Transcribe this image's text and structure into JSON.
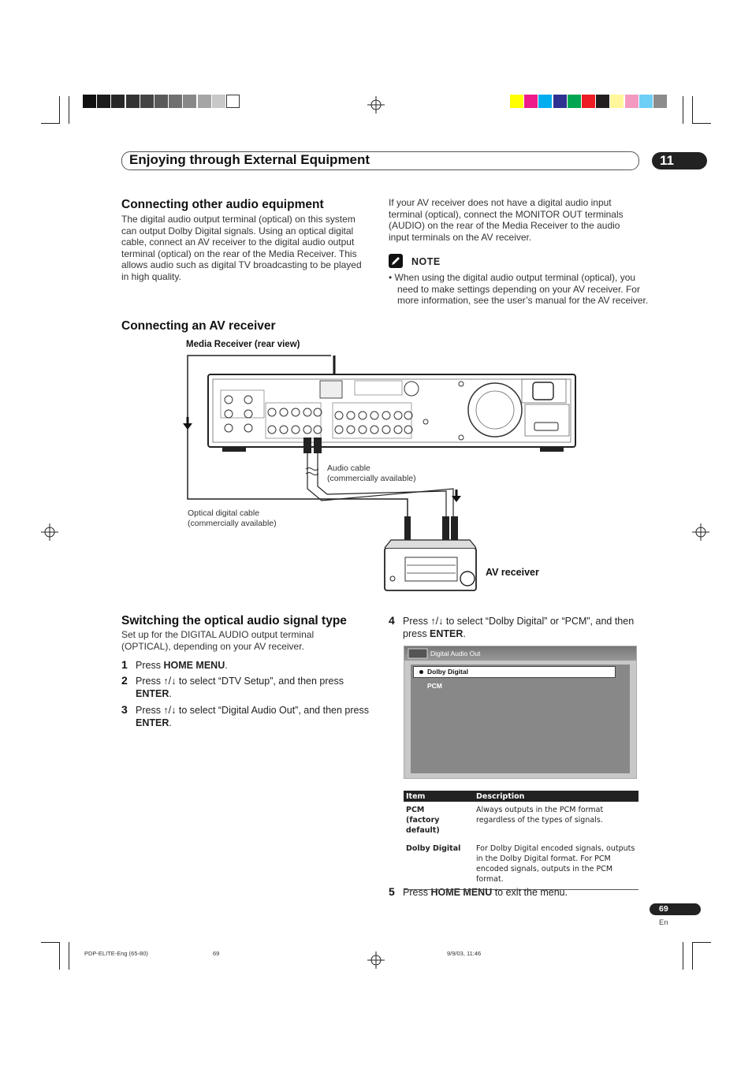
{
  "header": {
    "chapter_title": "Enjoying through External Equipment",
    "chapter_number": "11"
  },
  "section_connect_audio": {
    "title": "Connecting other audio equipment",
    "body": "The digital audio output terminal (optical) on this system can output Dolby Digital signals. Using an optical digital cable, connect an AV receiver to the digital audio output terminal (optical) on the rear of the Media Receiver. This allows audio such as digital TV broadcasting to be played in high quality.",
    "right_body": "If your AV receiver does not have a digital audio input terminal (optical), connect the MONITOR OUT terminals (AUDIO) on the rear of the Media Receiver to the audio input terminals on the AV receiver."
  },
  "note": {
    "label": "NOTE",
    "text": "• When using the digital audio output terminal (optical), you need to make settings depending on your AV receiver. For more information, see the user’s manual for the AV receiver."
  },
  "section_av_receiver": {
    "title": "Connecting an AV receiver",
    "diagram": {
      "media_receiver_label": "Media Receiver (rear view)",
      "audio_cable_label": "Audio cable",
      "audio_cable_sub": "(commercially available)",
      "optical_cable_label": "Optical digital cable",
      "optical_cable_sub": "(commercially available)",
      "av_receiver_label": "AV receiver"
    }
  },
  "section_switching": {
    "title": "Switching the optical audio signal type",
    "intro": "Set up for the DIGITAL AUDIO output terminal (OPTICAL), depending on your AV receiver.",
    "steps": [
      {
        "num": "1",
        "pre": "Press ",
        "key": "HOME MENU",
        "post": "."
      },
      {
        "num": "2",
        "pre": "Press ↑/↓ to select “DTV Setup”, and then press ",
        "key": "ENTER",
        "post": "."
      },
      {
        "num": "3",
        "pre": "Press ↑/↓ to select “Digital Audio Out”, and then press ",
        "key": "ENTER",
        "post": "."
      },
      {
        "num": "4",
        "pre": "Press ↑/↓ to select “Dolby Digital” or “PCM”, and then press ",
        "key": "ENTER",
        "post": "."
      },
      {
        "num": "5",
        "pre": "Press ",
        "key": "HOME MENU",
        "post": " to exit the menu."
      }
    ]
  },
  "menu_screen": {
    "title": "Digital Audio Out",
    "selected": "Dolby Digital",
    "option": "PCM"
  },
  "table": {
    "headers": [
      "Item",
      "Description"
    ],
    "rows": [
      {
        "item": "PCM",
        "item_sub": "(factory default)",
        "desc": "Always outputs in the PCM format regardless of the types of signals."
      },
      {
        "item": "Dolby Digital",
        "item_sub": "",
        "desc": "For Dolby Digital encoded signals, outputs in the Dolby Digital format. For PCM encoded signals, outputs in the PCM format."
      }
    ]
  },
  "footer": {
    "page_number": "69",
    "lang": "En",
    "file": "PDP-ELITE-Eng (65-80)",
    "file_page": "69",
    "date": "9/9/03, 11:46"
  },
  "colors": {
    "header_pill": "#222222",
    "swatches_gray": [
      "#111111",
      "#1c1c1c",
      "#272727",
      "#333333",
      "#444444",
      "#5a5a5a",
      "#707070",
      "#888888",
      "#a5a5a5",
      "#c8c8c8",
      "#ffffff"
    ],
    "swatches_color": [
      "#ffff00",
      "#ee1c8a",
      "#00aeef",
      "#2e3192",
      "#00a651",
      "#ee1c24",
      "#231f20",
      "#fff799",
      "#f49ac1",
      "#6dcff6",
      "#8c8c8c"
    ]
  }
}
